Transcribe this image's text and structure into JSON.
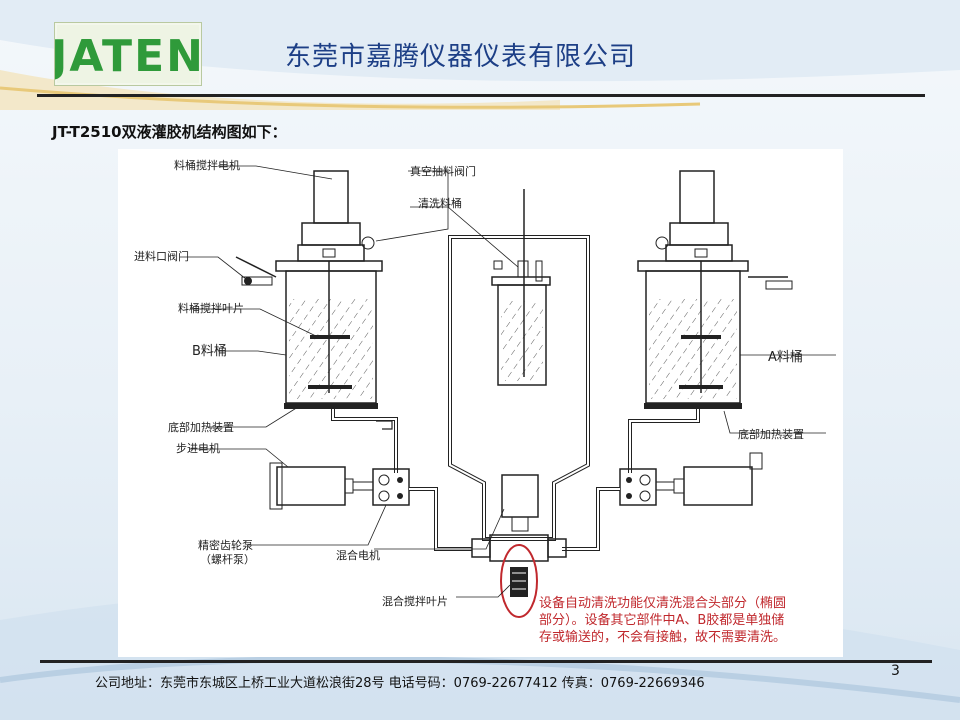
{
  "header": {
    "logo_text": "JATEN",
    "company_name": "东莞市嘉腾仪器仪表有限公司"
  },
  "slide": {
    "subtitle": "JT-T2510双液灌胶机结构图如下："
  },
  "diagram": {
    "labels": {
      "tank_motor": "料桶搅拌电机",
      "vacuum_valve": "真空抽料阀门",
      "clean_tank": "清洗料桶",
      "feed_valve": "进料口阀门",
      "tank_blade": "料桶搅拌叶片",
      "tank_b": "B料桶",
      "tank_a": "A料桶",
      "heater_left": "底部加热装置",
      "heater_right": "底部加热装置",
      "stepper_motor": "步进电机",
      "gear_pump_1": "精密齿轮泵",
      "gear_pump_2": "（螺杆泵）",
      "mix_motor": "混合电机",
      "mix_blade": "混合搅拌叶片"
    },
    "note": {
      "line1": "设备自动清洗功能仅清洗混合头部分（椭圆",
      "line2": "部分）。设备其它部件中A、B胶都是单独储",
      "line3": "存或输送的，不会有接触，故不需要清洗。"
    },
    "colors": {
      "note": "#c0282d",
      "ellipse": "#c0282d",
      "line": "#222222"
    }
  },
  "footer": {
    "address": "公司地址：东莞市东城区上桥工业大道松浪街28号  电话号码：0769-22677412  传真：0769-22669346",
    "page_number": "3"
  }
}
